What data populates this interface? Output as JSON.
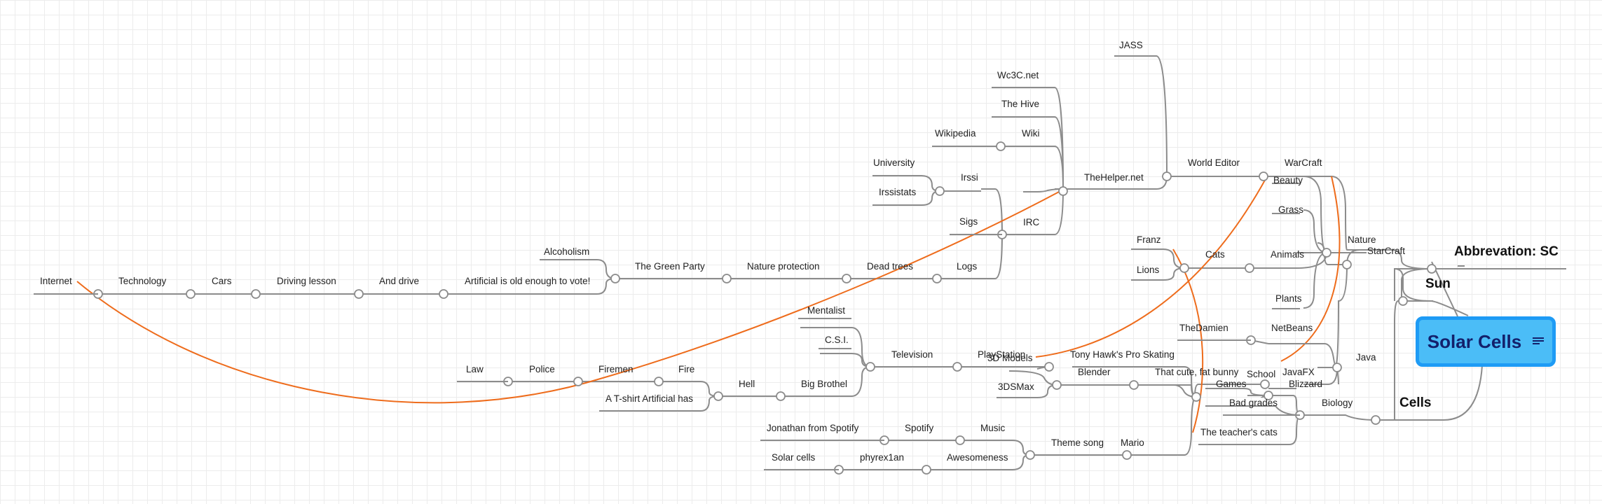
{
  "central": {
    "label": "Solar Cells",
    "icon": "notes-icon"
  },
  "topics": {
    "abbreviation": "Abbrevation: SC",
    "sun": "Sun",
    "cells": "Cells",
    "starcraft": "StarCraft",
    "nature": "Nature",
    "java": "Java",
    "biology": "Biology",
    "animals": "Animals",
    "grass": "Grass",
    "beauty": "Beauty",
    "plants": "Plants",
    "warcraft": "WarCraft",
    "world_editor": "World Editor",
    "thehelper": "TheHelper.net",
    "jass": "JASS",
    "wc3c": "Wc3C.net",
    "thehive": "The Hive",
    "wiki": "Wiki",
    "wikipedia": "Wikipedia",
    "irssi": "Irssi",
    "university": "University",
    "irssistats": "Irssistats",
    "sigs": "Sigs",
    "irc": "IRC",
    "logs": "Logs",
    "dead_trees": "Dead trees",
    "nature_protection": "Nature protection",
    "green_party": "The Green Party",
    "alcoholism": "Alcoholism",
    "artificial_vote": "Artificial is old enough to vote!",
    "and_drive": "And drive",
    "driving_lesson": "Driving lesson",
    "cars": "Cars",
    "technology": "Technology",
    "internet": "Internet",
    "cats": "Cats",
    "franz": "Franz",
    "lions": "Lions",
    "netbeans": "NetBeans",
    "thedamien": "TheDamien",
    "javafx": "JavaFX",
    "blizzard": "Blizzard",
    "school": "School",
    "bad_grades": "Bad grades",
    "teachers_cats": "The teacher's cats",
    "fat_bunny": "That cute, fat bunny",
    "tony_hawk": "Tony Hawk's Pro Skating",
    "playstation": "PlayStation",
    "models_3d": "3D Models",
    "blender": "Blender",
    "max_3ds": "3DSMax",
    "games": "Games",
    "mario": "Mario",
    "theme_song": "Theme song",
    "awesomeness": "Awesomeness",
    "phyrex": "phyrex1an",
    "solar_cells_leaf": "Solar cells",
    "music": "Music",
    "spotify": "Spotify",
    "jonathan": "Jonathan from Spotify",
    "television": "Television",
    "mentalist": "Mentalist",
    "csi": "C.S.I.",
    "big_brothel": "Big Brothel",
    "hell": "Hell",
    "tshirt": "A T-shirt Artificial has",
    "fire": "Fire",
    "firemen": "Firemen",
    "police": "Police",
    "law": "Law"
  },
  "colors": {
    "background": "#ffffff",
    "grid": "#ececec",
    "branch": "#8c8c8c",
    "relationship": "#ee6c1c",
    "central_fill": "#4bbdf7",
    "central_border": "#1e9bf5",
    "central_text": "#13206b"
  }
}
